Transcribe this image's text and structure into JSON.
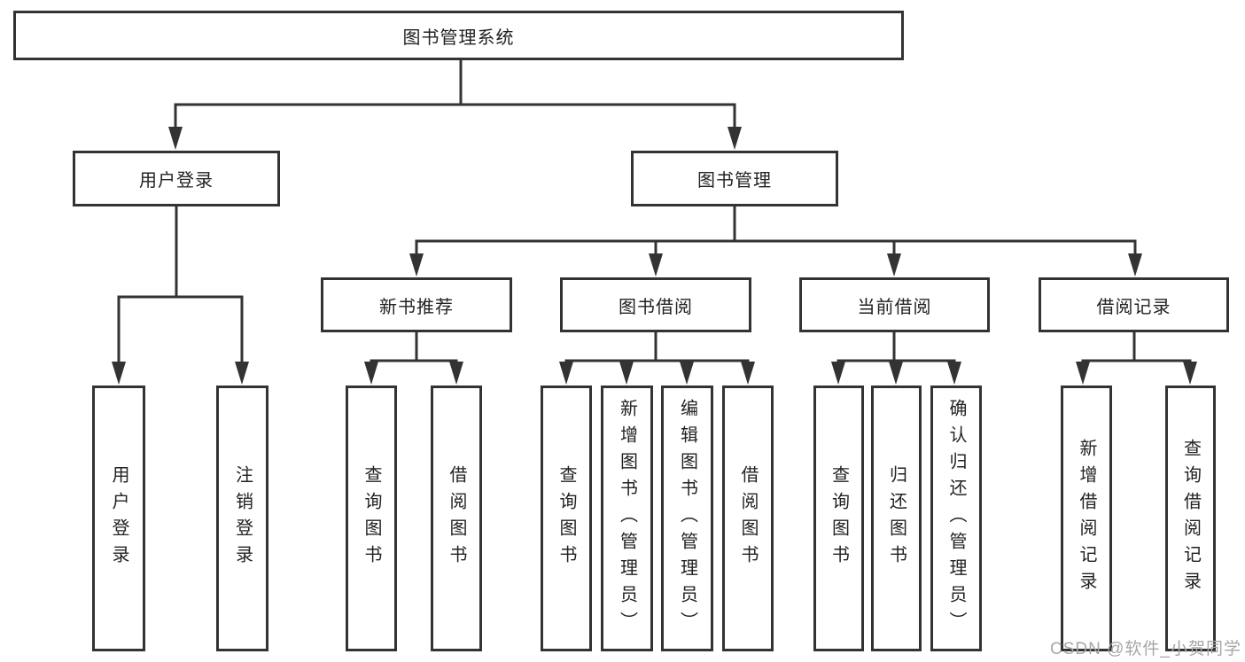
{
  "diagram": {
    "title": "图书管理系统",
    "colors": {
      "line": "#333333",
      "box_border": "#333333",
      "text": "#222222",
      "background": "#ffffff",
      "watermark": "#a6a6a6"
    },
    "nodes": {
      "root": {
        "label": "图书管理系统"
      },
      "user_login": {
        "label": "用户登录"
      },
      "book_manage": {
        "label": "图书管理"
      },
      "new_book": {
        "label": "新书推荐"
      },
      "book_borrow": {
        "label": "图书借阅"
      },
      "current_borrow": {
        "label": "当前借阅"
      },
      "borrow_records": {
        "label": "借阅记录"
      },
      "leaf_user_login": {
        "label": "用户登录"
      },
      "leaf_logout": {
        "label": "注销登录"
      },
      "nb_query": {
        "label": "查询图书"
      },
      "nb_borrow": {
        "label": "借阅图书"
      },
      "bb_query": {
        "label": "查询图书"
      },
      "bb_add": {
        "label": "新增图书（管理员）"
      },
      "bb_edit": {
        "label": "编辑图书（管理员）"
      },
      "bb_borrow": {
        "label": "借阅图书"
      },
      "cb_query": {
        "label": "查询图书"
      },
      "cb_return": {
        "label": "归还图书"
      },
      "cb_confirm": {
        "label": "确认归还（管理员）"
      },
      "br_add": {
        "label": "新增借阅记录"
      },
      "br_query": {
        "label": "查询借阅记录"
      }
    },
    "structure": {
      "图书管理系统": {
        "用户登录": [
          "用户登录",
          "注销登录"
        ],
        "图书管理": {
          "新书推荐": [
            "查询图书",
            "借阅图书"
          ],
          "图书借阅": [
            "查询图书",
            "新增图书（管理员）",
            "编辑图书（管理员）",
            "借阅图书"
          ],
          "当前借阅": [
            "查询图书",
            "归还图书",
            "确认归还（管理员）"
          ],
          "借阅记录": [
            "新增借阅记录",
            "查询借阅记录"
          ]
        }
      }
    }
  },
  "watermark": {
    "text": "CSDN @软件_小贺同学"
  }
}
